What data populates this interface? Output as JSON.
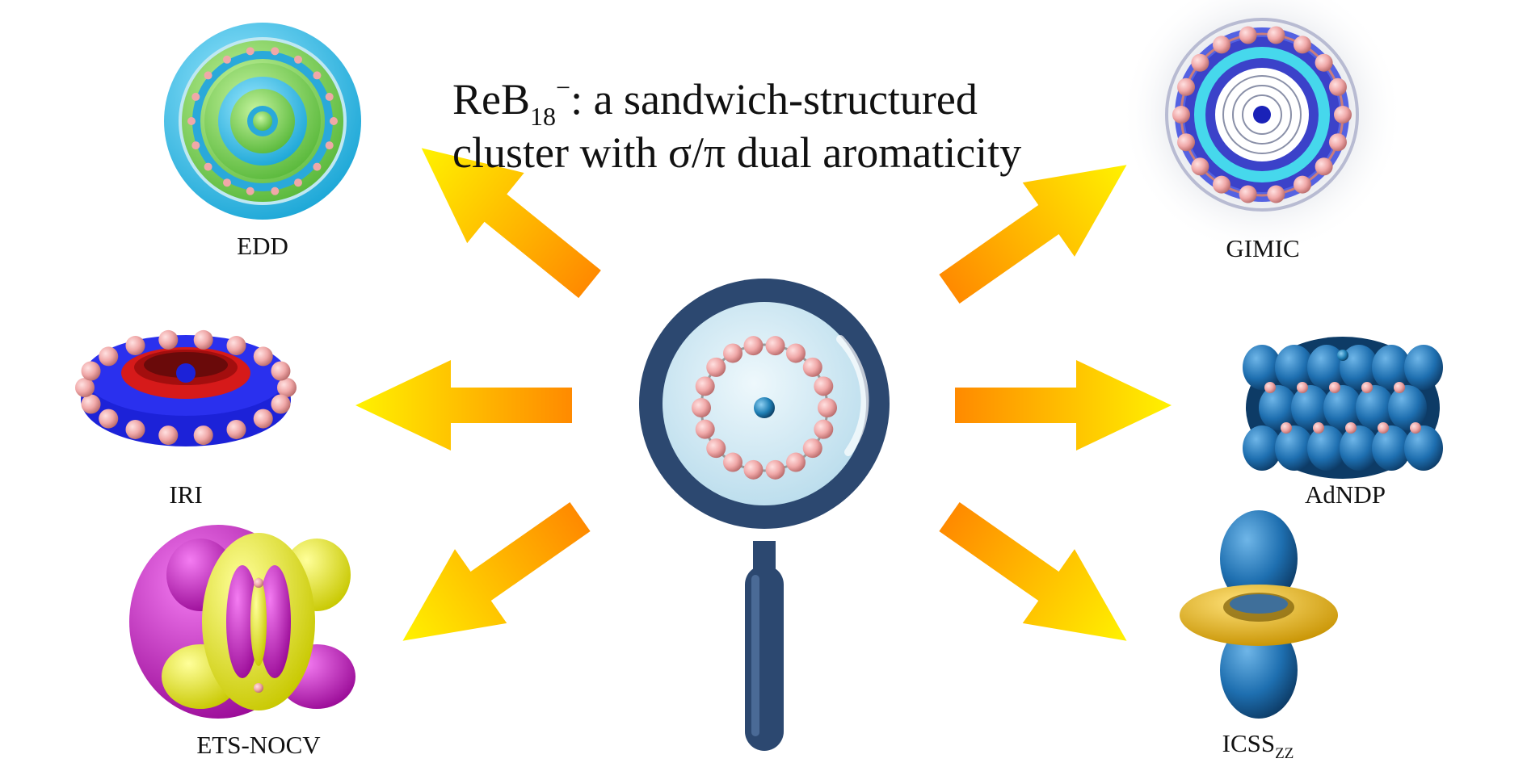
{
  "title": {
    "line1_prefix": "ReB",
    "line1_sub": "18",
    "line1_sup": "−",
    "line1_suffix": ": a sandwich-structured",
    "line2": "cluster with σ/π dual aromaticity"
  },
  "methods": {
    "edd": {
      "label": "EDD"
    },
    "iri": {
      "label": "IRI"
    },
    "ets_nocv": {
      "label": "ETS-NOCV"
    },
    "gimic": {
      "label": "GIMIC"
    },
    "adndp": {
      "label": "AdNDP"
    },
    "icss": {
      "label": "ICSS",
      "label_sub": "ZZ"
    }
  },
  "colors": {
    "arrow_start": "#ff8a00",
    "arrow_end": "#fff200",
    "magnifier": "#2c4870",
    "lens": "#cfe7f2",
    "boron": "#f0a8a8",
    "rhenium": "#1f7fb5"
  },
  "icons": [
    "magnifying-glass-icon",
    "arrow-icon"
  ]
}
